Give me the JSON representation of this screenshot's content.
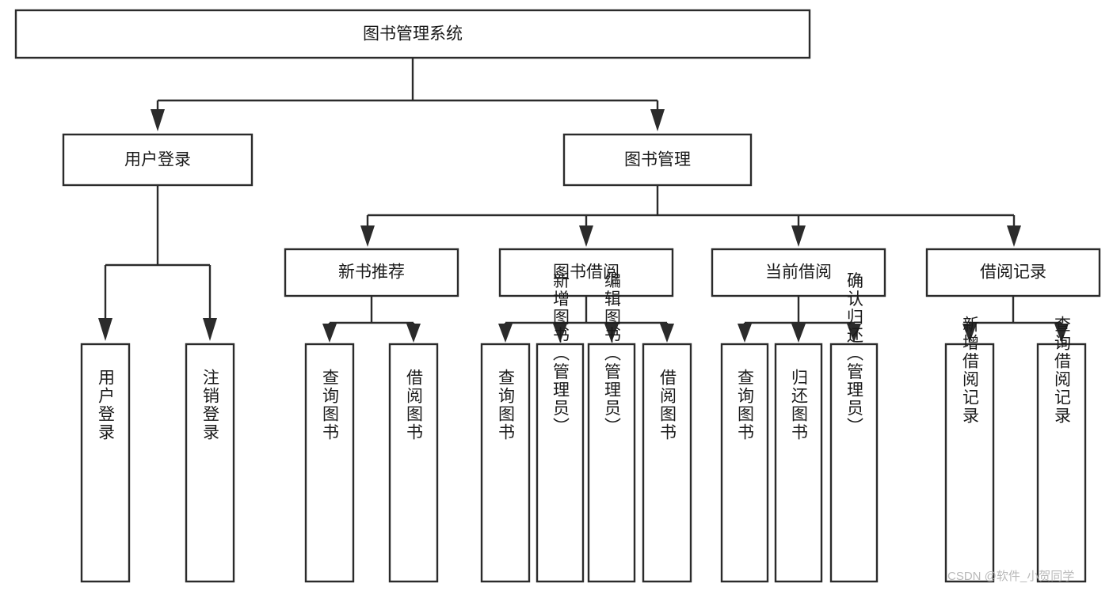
{
  "diagram": {
    "type": "hierarchy-tree",
    "title": "图书管理系统",
    "orientation": "top-down",
    "root": {
      "id": "root",
      "label": "图书管理系统"
    },
    "level1": [
      {
        "id": "user-login",
        "label": "用户登录"
      },
      {
        "id": "book-management",
        "label": "图书管理"
      }
    ],
    "level2": [
      {
        "id": "new-book-recommend",
        "label": "新书推荐",
        "parent": "book-management"
      },
      {
        "id": "book-borrow",
        "label": "图书借阅",
        "parent": "book-management"
      },
      {
        "id": "current-borrow",
        "label": "当前借阅",
        "parent": "book-management"
      },
      {
        "id": "borrow-record",
        "label": "借阅记录",
        "parent": "book-management"
      }
    ],
    "leaves": {
      "user-login": [
        {
          "id": "leaf-user-login",
          "label": "用户登录"
        },
        {
          "id": "leaf-user-logout",
          "label": "注销登录"
        }
      ],
      "new-book-recommend": [
        {
          "id": "leaf-query-book-1",
          "label": "查询图书"
        },
        {
          "id": "leaf-borrow-book-1",
          "label": "借阅图书"
        }
      ],
      "book-borrow": [
        {
          "id": "leaf-query-book-2",
          "label": "查询图书"
        },
        {
          "id": "leaf-add-book",
          "label": "新增图书（管理员）"
        },
        {
          "id": "leaf-edit-book",
          "label": "编辑图书（管理员）"
        },
        {
          "id": "leaf-borrow-book-2",
          "label": "借阅图书"
        }
      ],
      "current-borrow": [
        {
          "id": "leaf-query-book-3",
          "label": "查询图书"
        },
        {
          "id": "leaf-return-book",
          "label": "归还图书"
        },
        {
          "id": "leaf-confirm-return",
          "label": "确认归还（管理员）"
        }
      ],
      "borrow-record": [
        {
          "id": "leaf-add-record",
          "label": "新增借阅记录"
        },
        {
          "id": "leaf-query-record",
          "label": "查询借阅记录"
        }
      ]
    }
  },
  "watermark": {
    "text": "CSDN @软件_小贺同学"
  },
  "colors": {
    "box_stroke": "#2b2b2b",
    "box_fill": "#ffffff",
    "label_text": "#1a1a1a",
    "watermark": "#b9b9b9",
    "background": "#ffffff"
  }
}
